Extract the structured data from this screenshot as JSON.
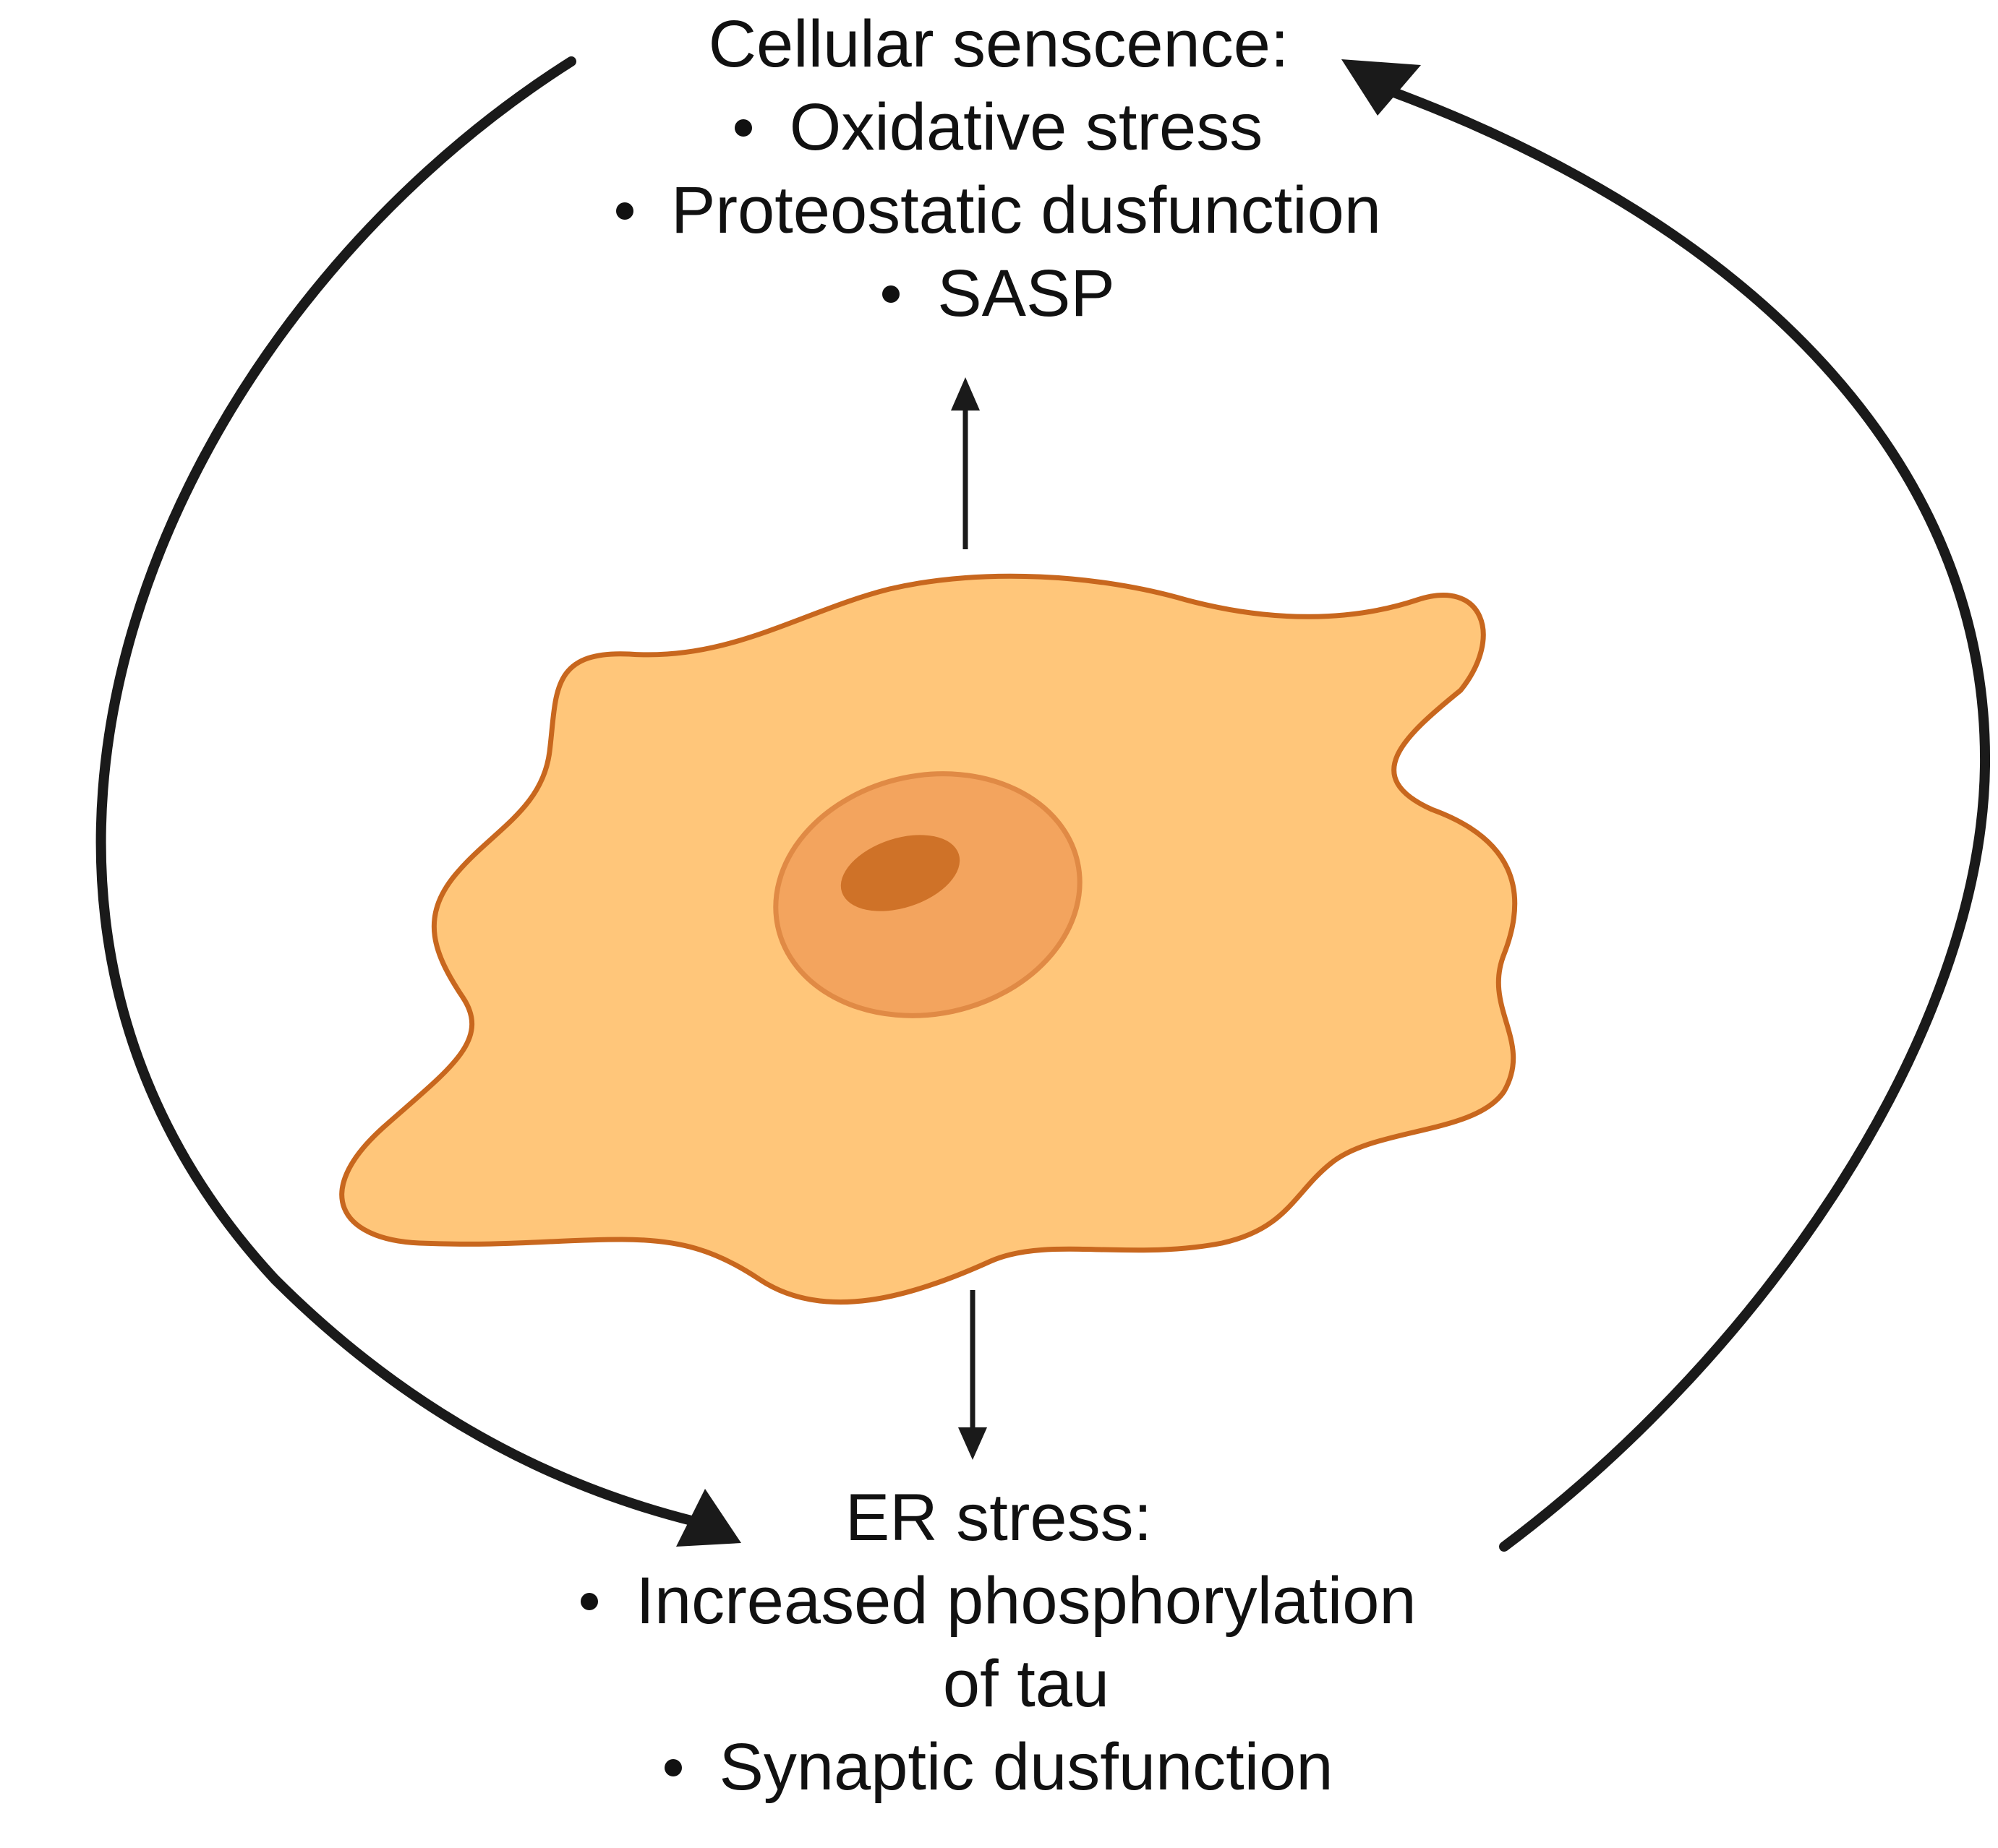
{
  "top_group": {
    "heading": "Cellular senscence:",
    "bullets": [
      "Oxidative stress",
      "Proteostatic dusfunction",
      "SASP"
    ]
  },
  "bottom_group": {
    "heading": "ER stress:",
    "bullets": [
      {
        "line1": "Increased phosphorylation",
        "line2": "of tau"
      },
      {
        "line1": "Synaptic dusfunction"
      }
    ]
  },
  "colors": {
    "cell_fill": "#FFC67A",
    "cell_outline": "#C8671E",
    "nucleus_fill": "#F3A45E",
    "nucleus_outline": "#E08A45",
    "nucleolus_fill": "#CF7228",
    "arrow": "#1a1a1a"
  }
}
